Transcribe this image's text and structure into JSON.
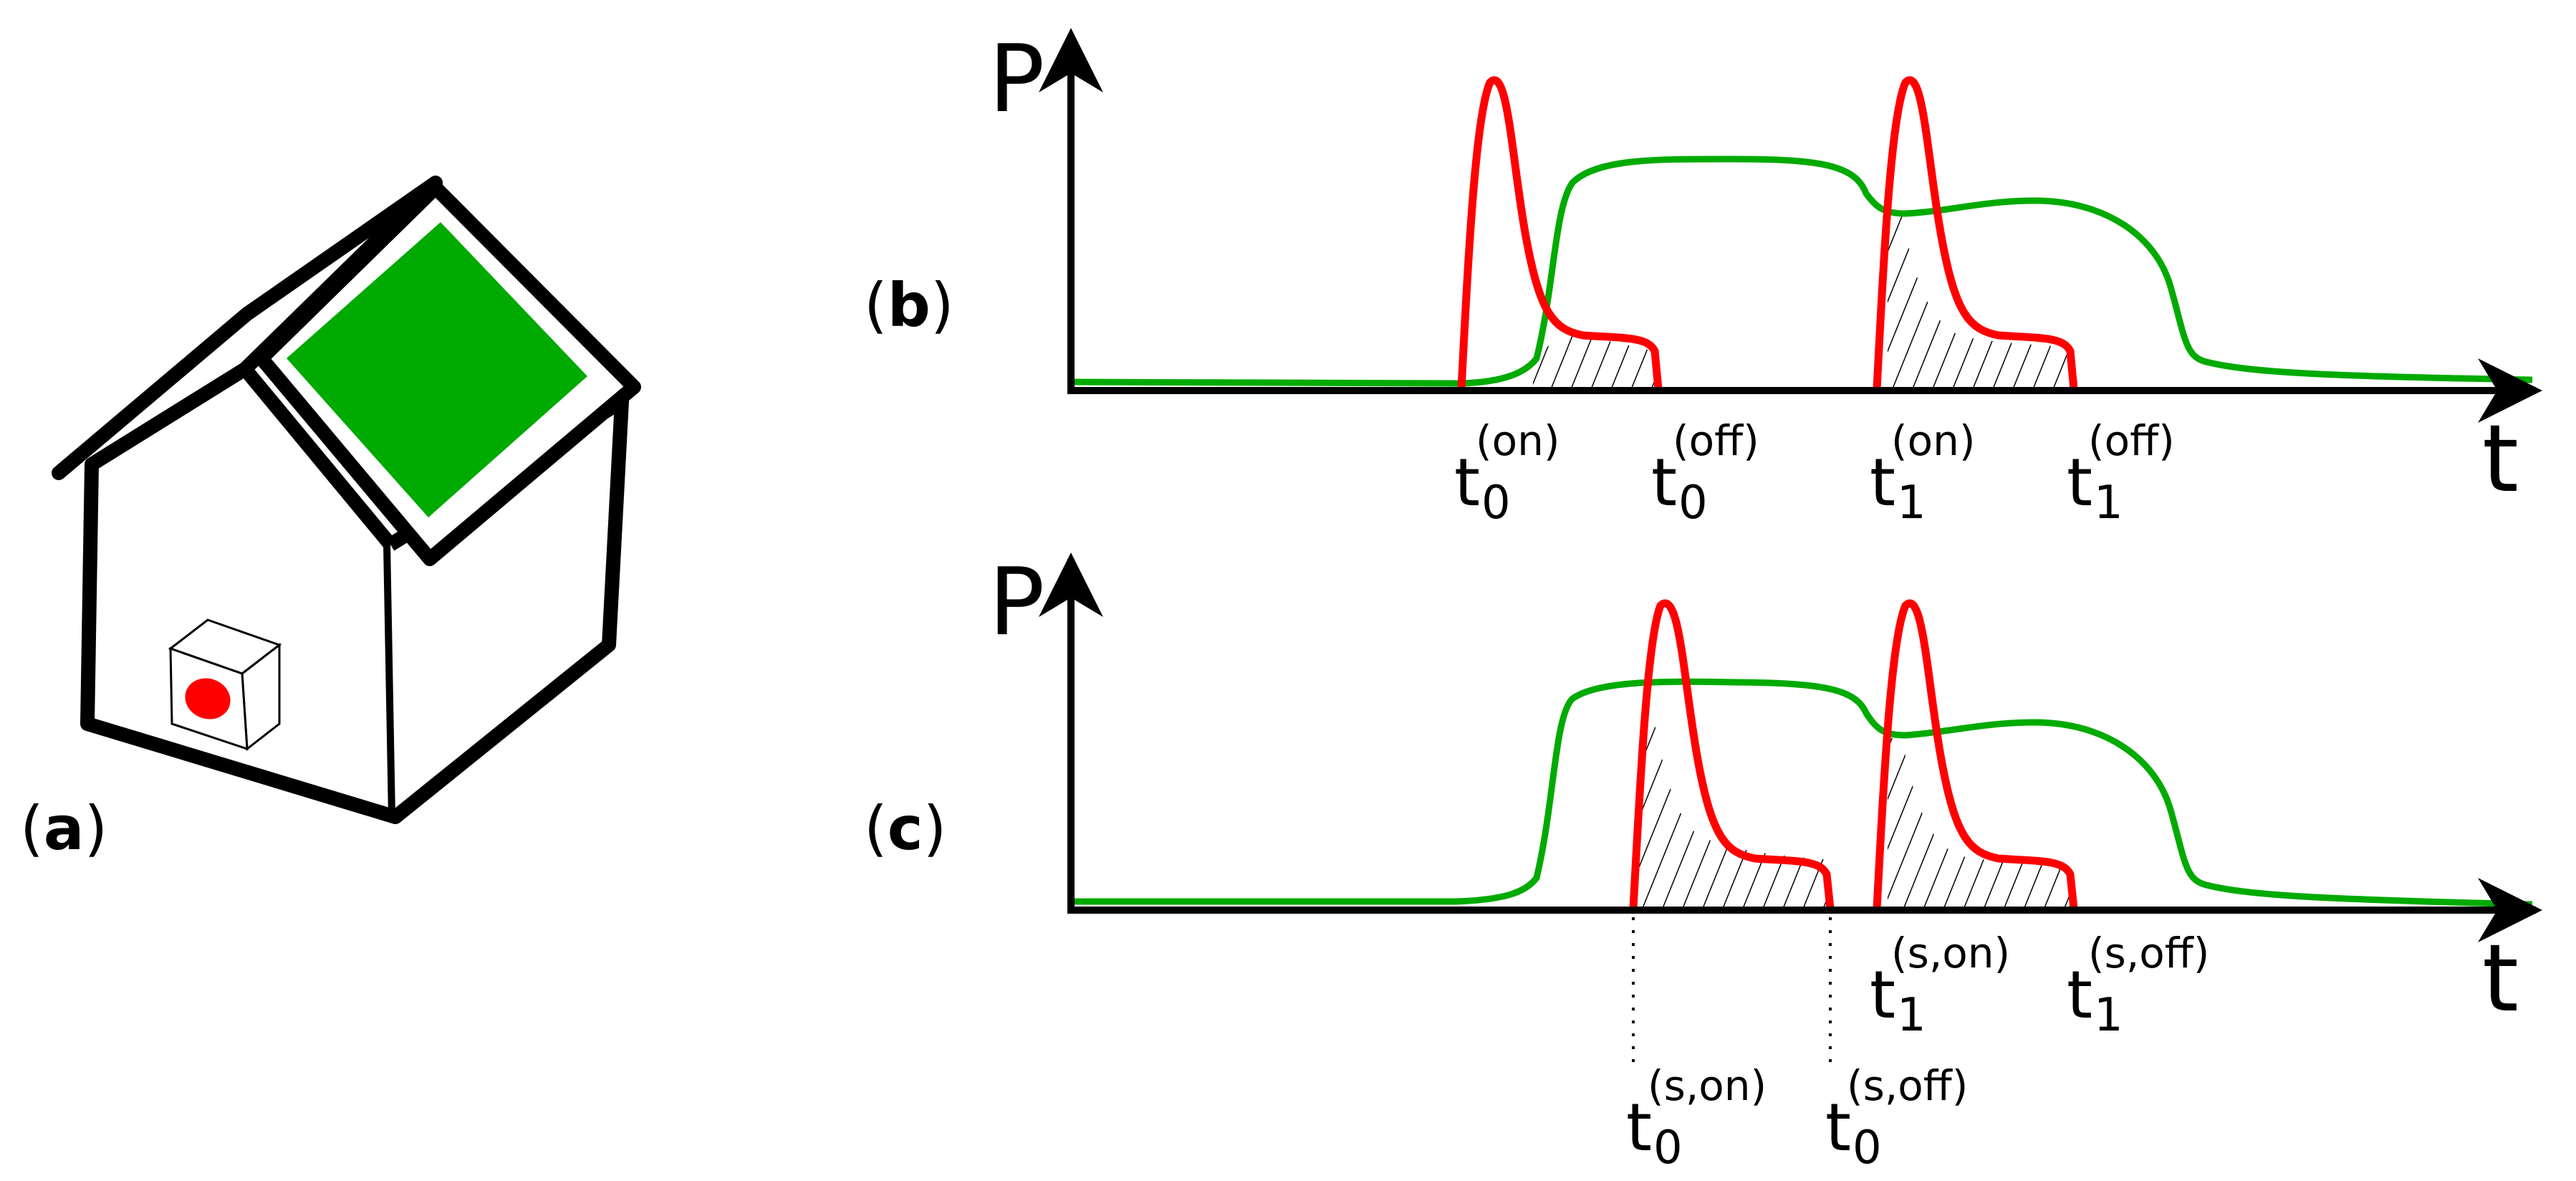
{
  "panels": {
    "a": {
      "label": "a"
    },
    "b": {
      "label": "b"
    },
    "c": {
      "label": "c"
    }
  },
  "axes": {
    "y_label": "P",
    "x_label": "t"
  },
  "colors": {
    "solar": "#00aa00",
    "load": "#ff0000",
    "outline": "#000000"
  },
  "panel_b_ticks": [
    {
      "base": "t",
      "sub": "0",
      "sup": "(on)"
    },
    {
      "base": "t",
      "sub": "0",
      "sup": "(off)"
    },
    {
      "base": "t",
      "sub": "1",
      "sup": "(on)"
    },
    {
      "base": "t",
      "sub": "1",
      "sup": "(off)"
    }
  ],
  "panel_c_ticks": [
    {
      "base": "t",
      "sub": "1",
      "sup": "(s,on)"
    },
    {
      "base": "t",
      "sub": "1",
      "sup": "(s,off)"
    },
    {
      "base": "t",
      "sub": "0",
      "sup": "(s,on)"
    },
    {
      "base": "t",
      "sub": "0",
      "sup": "(s,off)"
    }
  ]
}
